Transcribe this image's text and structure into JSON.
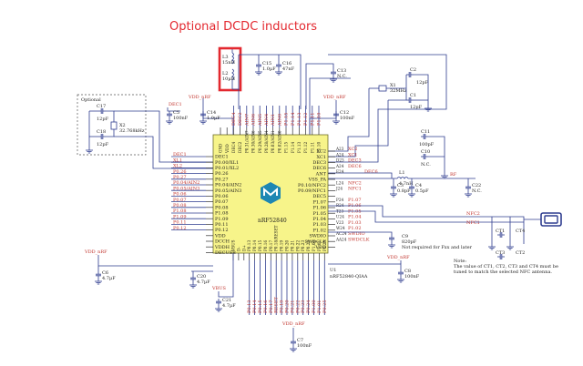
{
  "annotation": {
    "title": "Optional DCDC inductors",
    "highlight_color": "#e3282f"
  },
  "colors": {
    "wire": "#2f3d8f",
    "net_label": "#c0322b",
    "chip_fill": "#f7f48a",
    "logo": "#1e87b3"
  },
  "chip": {
    "name": "nRF52840",
    "refdes": "U1",
    "part": "nRF52840-QIAA",
    "left_pins": [
      "DEC1",
      "P0.00/XL1",
      "P0.01/XL2",
      "P0.26",
      "P0.27",
      "P0.04/AIN2",
      "P0.05/AIN3",
      "P0.06",
      "P0.07",
      "P0.08",
      "P1.08",
      "P1.09",
      "P0.11",
      "P0.12",
      "VDD",
      "DCCH",
      "VDDH",
      "DECUSB"
    ],
    "right_pins": [
      "XC2",
      "XC1",
      "DEC3",
      "DEC6",
      "ANT",
      "VSS_PA",
      "P0.10/NFC2",
      "P0.09/NFC1",
      "DEC5",
      "P1.07",
      "P1.06",
      "P1.05",
      "P1.04",
      "P1.03",
      "P1.02",
      "SWDIO",
      "SWDCLK",
      "VDD"
    ],
    "top_pins": [
      "GND",
      "VDD",
      "DEC4",
      "DEC2",
      "P0.31/AIN7",
      "P0.30/AIN6",
      "P0.29/AIN5",
      "P0.28/AIN4",
      "P0.03/AIN1",
      "P0.02/AIN0",
      "P1.15",
      "P1.14",
      "P1.13",
      "P1.12",
      "P1.11",
      "P1.10"
    ],
    "bottom_pins": [
      "VBUS",
      "D-",
      "D+",
      "P0.13",
      "P0.14",
      "P0.15",
      "P0.16",
      "P0.17",
      "P0.18/RESET",
      "P0.19",
      "P0.20",
      "P0.21",
      "P0.22",
      "P0.23",
      "P0.24",
      "P1.00",
      "P1.01",
      "P0.25"
    ]
  },
  "left_nets": [
    "DEC1",
    "XL1",
    "XL2",
    "P0.26",
    "P0.27",
    "P0.04/AIN2",
    "P0.05/AIN3",
    "P0.06",
    "P0.07",
    "P0.08",
    "P1.08",
    "P1.09",
    "P0.11",
    "P0.12"
  ],
  "top_nets": [
    "DEC4",
    "DEC2",
    "AIN7",
    "AIN6",
    "AIN5",
    "AIN4",
    "AIN1",
    "AIN0",
    "P1.15",
    "P1.14",
    "P1.13",
    "P1.12",
    "P1.11",
    "P1.10"
  ],
  "bottom_nets": [
    "P0.13",
    "P0.14",
    "P0.15",
    "P0.16",
    "P0.17",
    "RESET",
    "P0.19",
    "P0.20",
    "P0.21",
    "P0.22",
    "P0.23",
    "P0.24",
    "P1.00",
    "P1.01",
    "P0.25"
  ],
  "right_nets": [
    "XC2",
    "XC1",
    "DEC3",
    "DEC6",
    "",
    "",
    "NFC2",
    "NFC1",
    "",
    "P1.07",
    "P1.06",
    "P1.05",
    "P1.04",
    "P1.03",
    "P1.02",
    "SWDIO",
    "SWDCLK",
    ""
  ],
  "right_pin_numbers": [
    "A23",
    "A24",
    "D23",
    "A24",
    "E24",
    "",
    "L24",
    "J24",
    "",
    "P24",
    "R24",
    "T23",
    "U24",
    "V23",
    "W24",
    "AC24",
    "AA24",
    ""
  ],
  "inductors": {
    "L3": {
      "ref": "L3",
      "value": "15nH"
    },
    "L2": {
      "ref": "L2",
      "value": "10µH"
    }
  },
  "caps": {
    "C15": {
      "ref": "C15",
      "value": "1.0µF"
    },
    "C16": {
      "ref": "C16",
      "value": "47nF"
    },
    "C13": {
      "ref": "C13",
      "value": "N.C."
    },
    "C14": {
      "ref": "C14",
      "value": "1.0µF"
    },
    "C5": {
      "ref": "C5",
      "value": "100nF"
    },
    "C12": {
      "ref": "C12",
      "value": "100nF"
    },
    "C17": {
      "ref": "C17",
      "value": "12pF"
    },
    "C18": {
      "ref": "C18",
      "value": "12pF"
    },
    "C2": {
      "ref": "C2",
      "value": "12pF"
    },
    "C1": {
      "ref": "C1",
      "value": "12pF"
    },
    "C11": {
      "ref": "C11",
      "value": "100pF"
    },
    "C10": {
      "ref": "C10",
      "value": "N.C."
    },
    "C3": {
      "ref": "C3",
      "value": "0.8pF"
    },
    "C4": {
      "ref": "C4",
      "value": "0.5pF"
    },
    "C22": {
      "ref": "C22",
      "value": "N.C."
    },
    "C6": {
      "ref": "C6",
      "value": "4.7µF"
    },
    "C20": {
      "ref": "C20",
      "value": "4.7µF"
    },
    "C21": {
      "ref": "C21",
      "value": "4.7µF"
    },
    "C9": {
      "ref": "C9",
      "value": "820pF"
    },
    "C8": {
      "ref": "C8",
      "value": "100nF"
    },
    "C7": {
      "ref": "C7",
      "value": "100nF"
    }
  },
  "crystals": {
    "X2": {
      "ref": "X2",
      "value": "32.768kHz"
    },
    "X1": {
      "ref": "X1",
      "value": "32MHz"
    }
  },
  "l1": {
    "ref": "L1",
    "value": "4.7nH"
  },
  "optional_box": {
    "label": "Optional"
  },
  "power": {
    "vdd_nrf": "VDD_nRF",
    "vbus": "VBUS"
  },
  "rf_label": "RF",
  "nfc": {
    "nfc2": "NFC2",
    "nfc1": "NFC1",
    "ct": [
      "CT1",
      "CT4",
      "CT3",
      "CT2"
    ]
  },
  "dec_labels": {
    "dec3": "DEC3",
    "dec6": "DEC6",
    "dec5": "DEC5",
    "dec4": "DEC4"
  },
  "notes": {
    "fxx": "Not required for Fxx and later",
    "nfc_note": "Note:\nThe value of CT1, CT2, CT3 and CT4 must be\ntuned to match the selected NFC antenna."
  }
}
